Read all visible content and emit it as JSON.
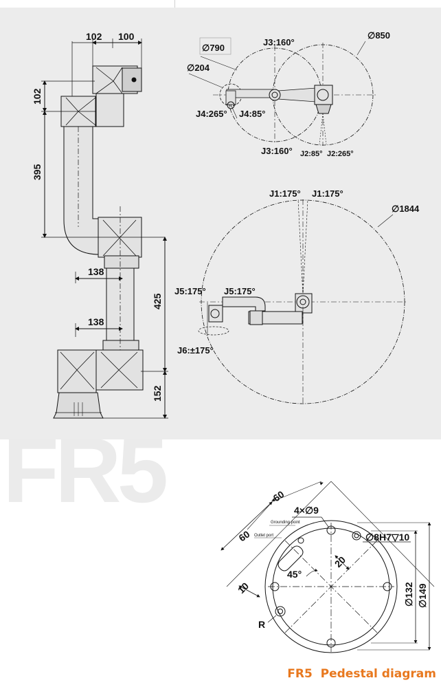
{
  "title": "FR5",
  "caption": "FR5  Pedestal diagram",
  "colors": {
    "panel": "#ececec",
    "accent": "#e8781e",
    "line": "#111111"
  },
  "side_view": {
    "dims": {
      "top_left": "102",
      "top_right": "100",
      "shoulder": "102",
      "upper_arm": "395",
      "forearm": "425",
      "base": "152",
      "offset1": "138",
      "offset2": "138"
    }
  },
  "top_view": {
    "labels": {
      "d790": "∅790",
      "d850": "∅850",
      "d204": "∅204",
      "j3_top": "J3:160°",
      "j3_bottom": "J3:160°",
      "j4_left": "J4:265°",
      "j4_right": "J4:85°",
      "j2_left": "J2:85°",
      "j2_right": "J2:265°"
    }
  },
  "base_view": {
    "labels": {
      "d1844": "∅1844",
      "j1_left": "J1:175°",
      "j1_right": "J1:175°",
      "j5_left": "J5:175°",
      "j5_right": "J5:175°",
      "j6": "J6:±175°"
    }
  },
  "pedestal": {
    "labels": {
      "d60a": "60",
      "d60b": "60",
      "holes": "4×∅9",
      "pin": "∅8H7▽10",
      "angle": "45°",
      "d20": "20",
      "d10": "10",
      "d132": "∅132",
      "d149": "∅149",
      "r": "R",
      "grounding": "Grounding point",
      "outlet": "Outlet port"
    }
  }
}
